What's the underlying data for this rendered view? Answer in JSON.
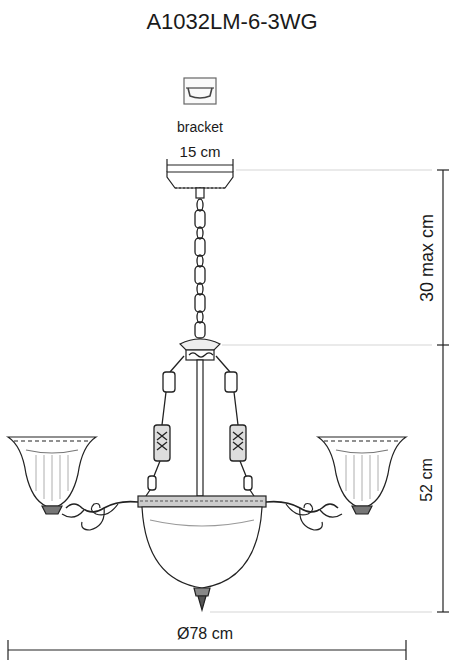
{
  "diagram": {
    "title": "A1032LM-6-3WG",
    "labels": [
      "bracket",
      "15 cm",
      "30 max cm",
      "52 cm",
      "Ø78 cm"
    ]
  }
}
